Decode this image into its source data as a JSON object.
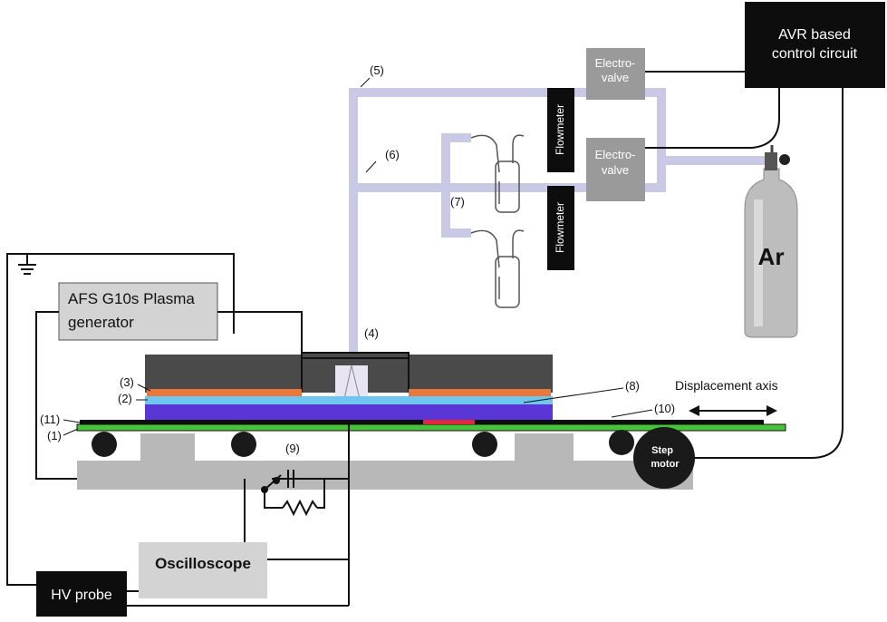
{
  "labels": {
    "avr": [
      "AVR based",
      "control circuit"
    ],
    "electrovalve_top": [
      "Electro-",
      "valve"
    ],
    "electrovalve_bottom": [
      "Electro-",
      "valve"
    ],
    "flowmeter_top": "Flowmeter",
    "flowmeter_bottom": "Flowmeter",
    "argon": "Ar",
    "plasma_generator": [
      "AFS G10s Plasma",
      "generator"
    ],
    "oscilloscope": "Oscilloscope",
    "hv_probe": "HV probe",
    "step_motor": [
      "Step",
      "motor"
    ],
    "displacement_axis": "Displacement axis"
  },
  "refs": {
    "r1": "(1)",
    "r2": "(2)",
    "r3": "(3)",
    "r4": "(4)",
    "r5": "(5)",
    "r6": "(6)",
    "r7": "(7)",
    "r8": "(8)",
    "r9": "(9)",
    "r10": "(10)",
    "r11": "(11)"
  },
  "colors": {
    "black_box": "#0d0d0d",
    "gray_box": "#9a9a9a",
    "light_box": "#d3d3d3",
    "gas_line": "#c9c9e6",
    "electrode_top": "#e9773a",
    "dielectric": "#6fc6ef",
    "sample": "#5a36d6",
    "stage_green": "#46c33a",
    "heater_red": "#e0283a",
    "chassis_dark": "#4a4a4a",
    "support_gray": "#b8b8b8"
  }
}
